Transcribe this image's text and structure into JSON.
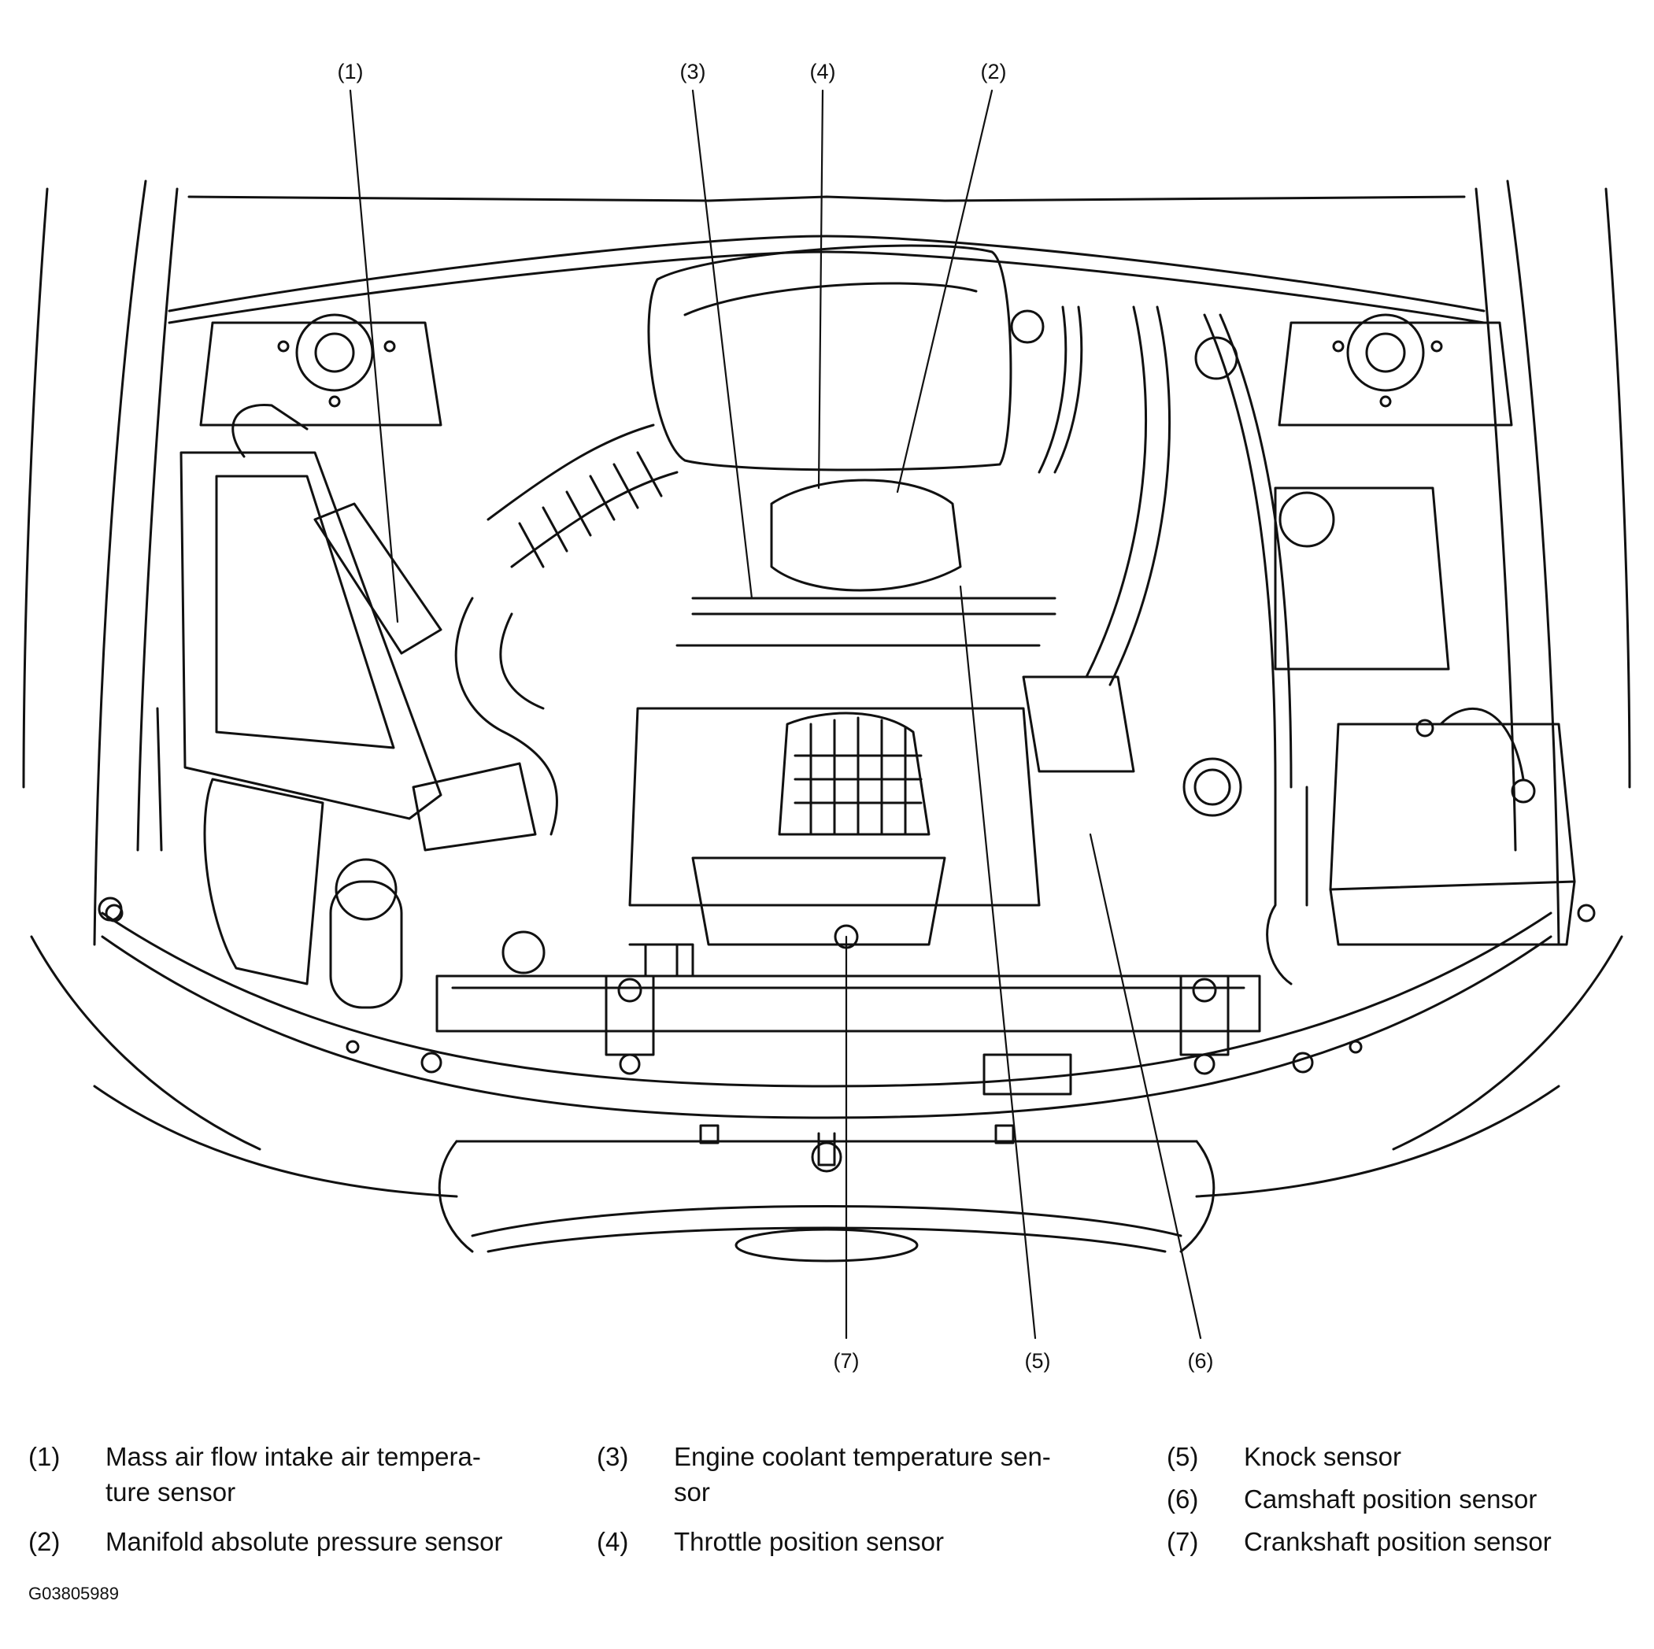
{
  "figure_id": "G03805989",
  "callouts": [
    {
      "id": "1",
      "label": "(1)"
    },
    {
      "id": "3",
      "label": "(3)"
    },
    {
      "id": "4",
      "label": "(4)"
    },
    {
      "id": "2",
      "label": "(2)"
    },
    {
      "id": "7",
      "label": "(7)"
    },
    {
      "id": "5",
      "label": "(5)"
    },
    {
      "id": "6",
      "label": "(6)"
    }
  ],
  "legend": [
    {
      "num": "(1)",
      "line1": "Mass air flow intake air tempera-",
      "line2": "ture sensor"
    },
    {
      "num": "(2)",
      "line1": "Manifold absolute pressure sensor",
      "line2": ""
    },
    {
      "num": "(3)",
      "line1": "Engine coolant temperature sen-",
      "line2": "sor"
    },
    {
      "num": "(4)",
      "line1": "Throttle position sensor",
      "line2": ""
    },
    {
      "num": "(5)",
      "line1": "Knock sensor",
      "line2": ""
    },
    {
      "num": "(6)",
      "line1": "Camshaft position sensor",
      "line2": ""
    },
    {
      "num": "(7)",
      "line1": "Crankshaft position sensor",
      "line2": ""
    }
  ]
}
